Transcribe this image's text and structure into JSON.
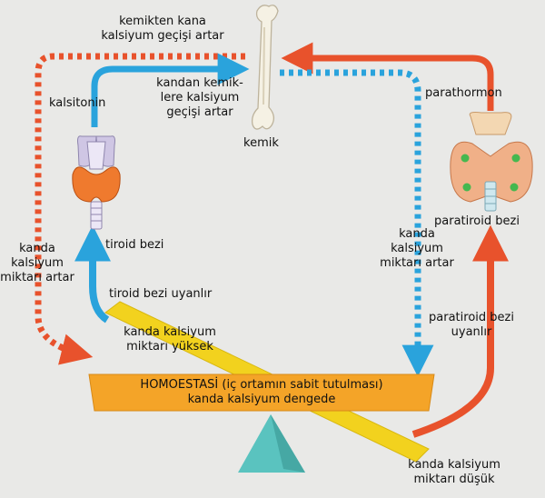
{
  "labels": {
    "bone_to_blood_1": "kemikten kana",
    "bone_to_blood_2": "kalsiyum geçişi artar",
    "blood_to_bone_1": "kandan kemik-",
    "blood_to_bone_2": "lere kalsiyum",
    "blood_to_bone_3": "geçişi artar",
    "calcitonin": "kalsitonin",
    "parathormone": "parathormon",
    "bone": "kemik",
    "thyroid": "tiroid bezi",
    "parathyroid": "paratiroid bezi",
    "left_ca_1": "kanda",
    "left_ca_2": "kalsiyum",
    "left_ca_3": "miktarı artar",
    "right_ca_1": "kanda",
    "right_ca_2": "kalsiyum",
    "right_ca_3": "miktarı artar",
    "thyroid_stim": "tiroid bezi uyanlır",
    "parathyroid_stim_1": "paratiroid bezi",
    "parathyroid_stim_2": "uyanlır",
    "high_ca_1": "kanda kalsiyum",
    "high_ca_2": "miktarı yüksek",
    "homeostasis_1": "HOMOESTASİ (iç ortamın sabit tutulması)",
    "homeostasis_2": "kanda kalsiyum dengede",
    "low_ca_1": "kanda kalsiyum",
    "low_ca_2": "miktarı düşük"
  },
  "colors": {
    "red": "#e8522c",
    "blue": "#2aa3dc",
    "plank_yellow": "#f2d21e",
    "bar_orange": "#f4a428",
    "fulcrum": "#5ac3bf",
    "background": "#e9e9e7"
  },
  "icons": {
    "bone": "bone-icon",
    "thyroid": "thyroid-gland-icon",
    "parathyroid": "parathyroid-gland-icon"
  }
}
